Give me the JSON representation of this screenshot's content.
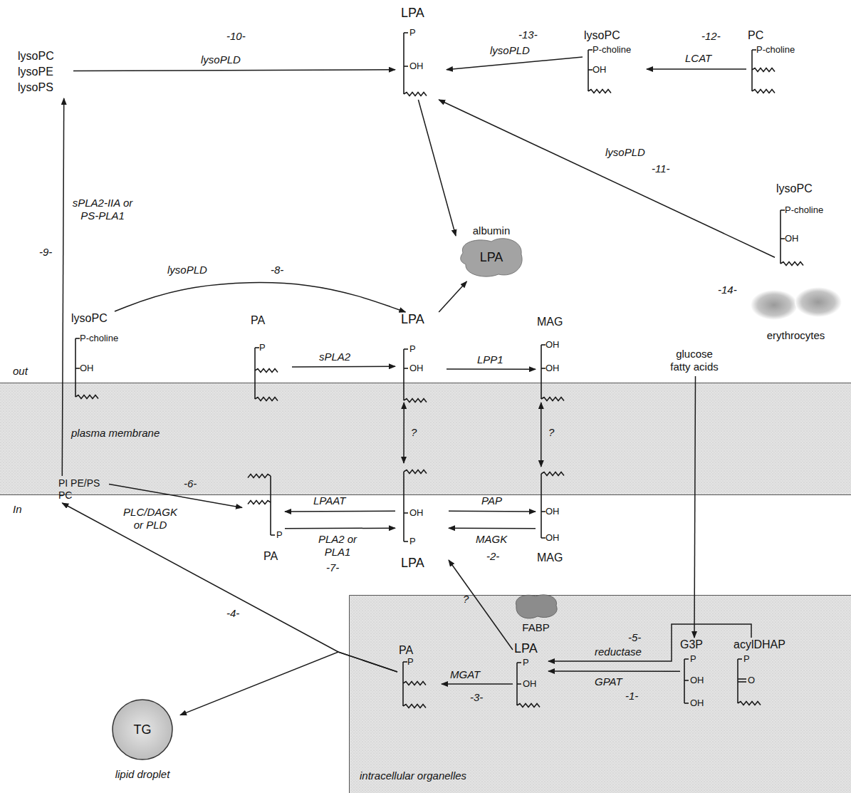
{
  "diagram": {
    "nodes": [
      {
        "text": [
          "plasma membrane"
        ]
      },
      {
        "text": [
          "intracellular organelles"
        ]
      },
      {
        "text": [
          "lysoPC lysoPE lysoPS"
        ]
      },
      {
        "text": [
          "LPA",
          "P",
          "OH"
        ]
      },
      {
        "text": [
          "lysoPC",
          "P-choline",
          "OH"
        ]
      },
      {
        "text": [
          "PC",
          "P-choline"
        ]
      },
      {
        "text": [
          "lysoPC",
          "P-choline",
          "OH"
        ]
      },
      {
        "text": [
          "albumin",
          "LPA"
        ]
      },
      {
        "text": [
          "lysoPC",
          "P-choline",
          "OH"
        ]
      },
      {
        "text": [
          "PA",
          "P"
        ]
      },
      {
        "text": [
          "LPA",
          "P",
          "OH"
        ]
      },
      {
        "text": [
          "MAG",
          "OH",
          "OH"
        ]
      },
      {
        "text": [
          "erythrocytes"
        ]
      },
      {
        "text": [
          "glucose fatty acids"
        ]
      },
      {
        "text": [
          "PI PE/PS PC"
        ],
        "in": 0
      },
      {
        "text": [
          "P",
          "PA"
        ]
      },
      {
        "text": [
          "OH",
          "P",
          "LPA"
        ]
      },
      {
        "text": [
          "OH",
          "OH",
          "MAG"
        ]
      },
      {
        "text": [
          "FABP"
        ]
      },
      {
        "text": [
          "PA",
          "P"
        ]
      },
      {
        "text": [
          "LPA",
          "P",
          "OH"
        ]
      },
      {
        "text": [
          "G3P",
          "P",
          "OH",
          "OH"
        ]
      },
      {
        "text": [
          "acylDHAP",
          "P",
          "O"
        ]
      },
      {
        "text": [
          "TG",
          "lipid droplet"
        ]
      }
    ],
    "edges": [
      {
        "from": 2,
        "to": 3,
        "label": "lysoPLD",
        "arrow": "to"
      },
      {
        "from": 4,
        "to": 3,
        "label": "lysoPLD",
        "arrow": "to"
      },
      {
        "from": 5,
        "to": 4,
        "label": "LCAT",
        "arrow": "to"
      },
      {
        "from": 6,
        "to": 3,
        "label": "lysoPLD",
        "arrow": "to"
      },
      {
        "from": 3,
        "to": 7,
        "arrow": "to"
      },
      {
        "from": 8,
        "to": 10,
        "label": "lysoPLD",
        "arrow": "to"
      },
      {
        "from": 9,
        "to": 10,
        "label": "sPLA2",
        "arrow": "to"
      },
      {
        "from": 10,
        "to": 11,
        "label": "LPP1",
        "arrow": "to"
      },
      {
        "from": 10,
        "to": 7,
        "arrow": "to"
      },
      {
        "from": 10,
        "to": 16,
        "label": "?",
        "arrow": "both"
      },
      {
        "from": 11,
        "to": 17,
        "label": "?",
        "arrow": "both"
      },
      {
        "from": 16,
        "to": 15,
        "label": "LPAAT",
        "arrow": "to"
      },
      {
        "from": 15,
        "to": 16,
        "label": "PLA2 or PLA1",
        "arrow": "to"
      },
      {
        "from": 16,
        "to": 17,
        "label": "PAP",
        "arrow": "to"
      },
      {
        "from": 17,
        "to": 16,
        "label": "MAGK",
        "arrow": "to"
      },
      {
        "from": 14,
        "to": 15,
        "label": "PLC/DAGK or PLD",
        "arrow": "to"
      },
      {
        "from": 14,
        "to": 2,
        "label": "sPLA2-IIA or PS-PLA1",
        "arrow": "to"
      },
      {
        "from": 19,
        "to": 14,
        "arrow": "to"
      },
      {
        "from": 19,
        "to": 23,
        "arrow": "to"
      },
      {
        "from": 20,
        "to": 16,
        "label": "?",
        "arrow": "to"
      },
      {
        "from": 20,
        "to": 19,
        "label": "MGAT",
        "arrow": "to"
      },
      {
        "from": 21,
        "to": 20,
        "label": "GPAT",
        "arrow": "to"
      },
      {
        "from": 22,
        "to": 20,
        "label": "reductase",
        "arrow": "to"
      },
      {
        "from": 13,
        "to": 21,
        "arrow": "to"
      }
    ],
    "labels": [
      "-1-",
      "-2-",
      "-3-",
      "-4-",
      "-5-",
      "-6-",
      "-7-",
      "-8-",
      "-9-",
      "-10-",
      "-11-",
      "-12-",
      "-13-",
      "-14-",
      "out",
      "In"
    ]
  }
}
